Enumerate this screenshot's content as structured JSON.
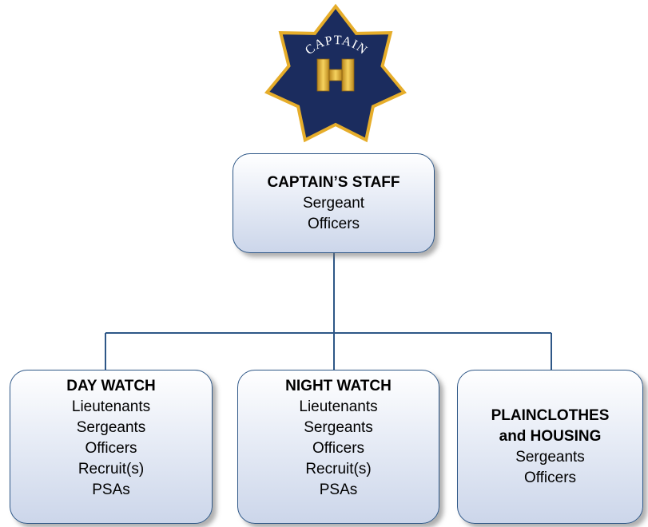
{
  "badge": {
    "text": "CAPTAIN",
    "icon": "captain-bars-insignia"
  },
  "colors": {
    "badge_navy": "#1b2c5e",
    "badge_gold": "#e6ad2a",
    "box_border": "#2e5787",
    "connector": "#2e5787"
  },
  "staff": {
    "title": "CAPTAIN’S STAFF",
    "lines": [
      "Sergeant",
      "Officers"
    ]
  },
  "units": [
    {
      "title": "DAY WATCH",
      "lines": [
        "Lieutenants",
        "Sergeants",
        "Officers",
        "Recruit(s)",
        "PSAs"
      ]
    },
    {
      "title": "NIGHT WATCH",
      "lines": [
        "Lieutenants",
        "Sergeants",
        "Officers",
        "Recruit(s)",
        "PSAs"
      ]
    },
    {
      "title_lines": [
        "PLAINCLOTHES",
        "and HOUSING"
      ],
      "lines": [
        "Sergeants",
        "Officers"
      ]
    }
  ]
}
